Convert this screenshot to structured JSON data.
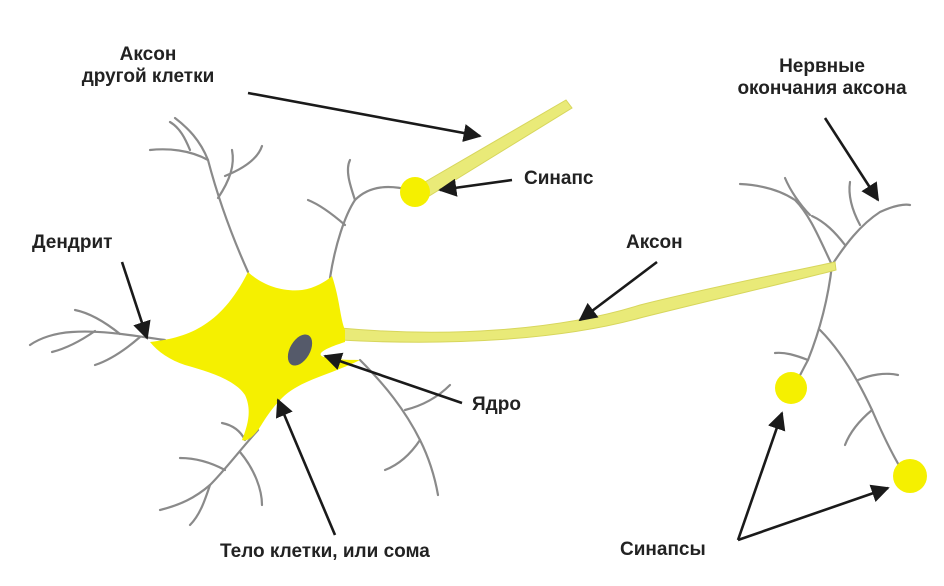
{
  "diagram": {
    "labels": {
      "other_axon_line1": "Аксон",
      "other_axon_line2": "другой клетки",
      "nerve_endings_line1": "Нервные",
      "nerve_endings_line2": "окончания аксона",
      "synapse": "Синапс",
      "dendrite": "Дендрит",
      "axon": "Аксон",
      "nucleus": "Ядро",
      "cell_body": "Тело клетки, или сома",
      "synapses": "Синапсы"
    },
    "colors": {
      "cell_fill": "#f5f000",
      "axon_fill": "#e9ea78",
      "dendrite_stroke": "#8a8a8a",
      "nucleus": "#555a6a",
      "arrow": "#1a1a1a"
    }
  }
}
